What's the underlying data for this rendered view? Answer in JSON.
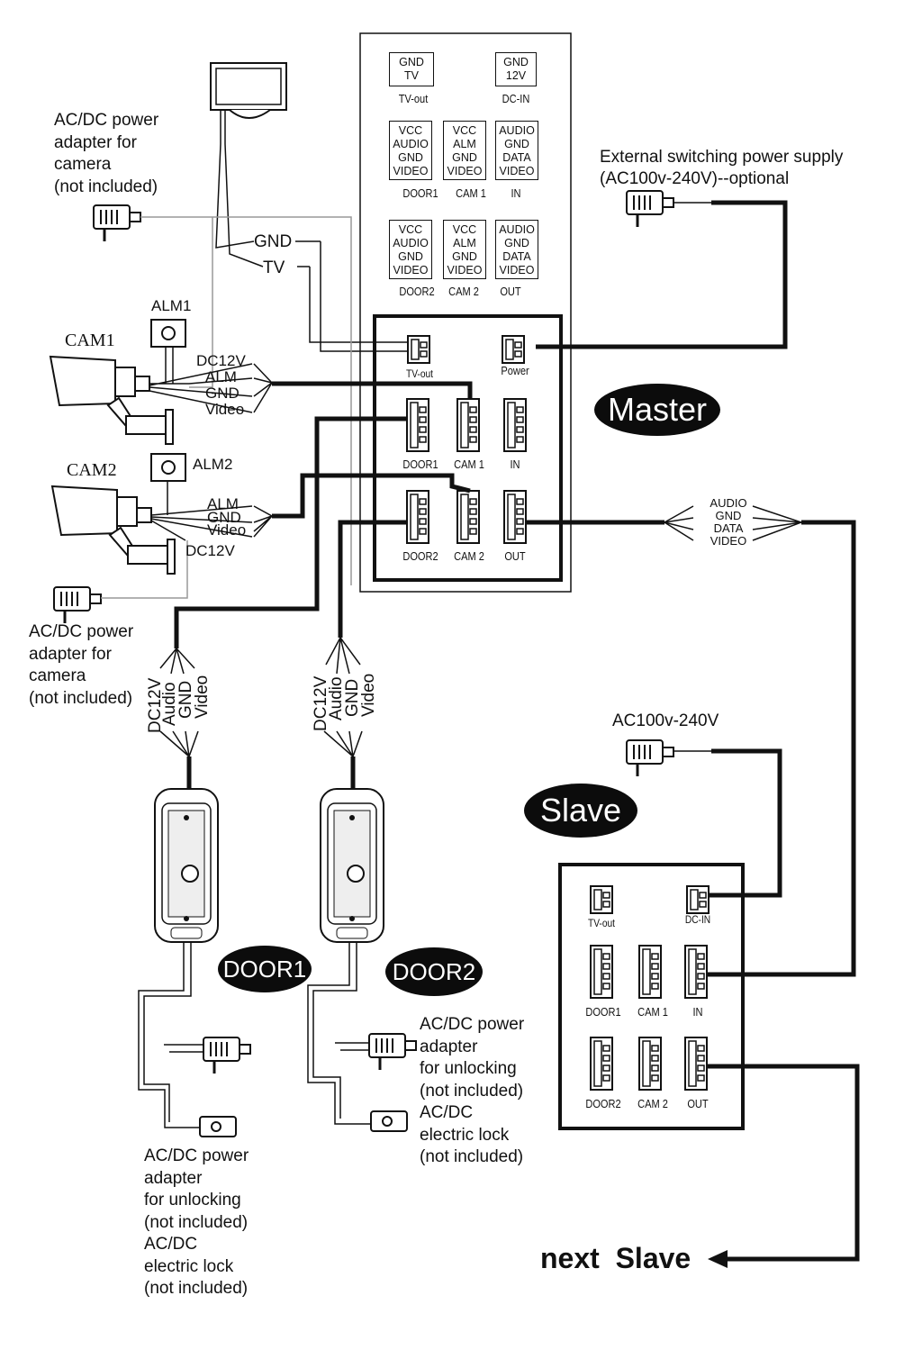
{
  "master_board": {
    "title": "Master",
    "top_panel": [
      {
        "pins": [
          "GND",
          "TV"
        ],
        "label": "TV-out"
      },
      {
        "pins": [
          "GND",
          "12V"
        ],
        "label": "DC-IN"
      },
      {
        "pins": [
          "VCC",
          "AUDIO",
          "GND",
          "VIDEO"
        ],
        "label": "DOOR1"
      },
      {
        "pins": [
          "VCC",
          "ALM",
          "GND",
          "VIDEO"
        ],
        "label": "CAM 1"
      },
      {
        "pins": [
          "AUDIO",
          "GND",
          "DATA",
          "VIDEO"
        ],
        "label": "IN"
      },
      {
        "pins": [
          "VCC",
          "AUDIO",
          "GND",
          "VIDEO"
        ],
        "label": "DOOR2"
      },
      {
        "pins": [
          "VCC",
          "ALM",
          "GND",
          "VIDEO"
        ],
        "label": "CAM 2"
      },
      {
        "pins": [
          "AUDIO",
          "GND",
          "DATA",
          "VIDEO"
        ],
        "label": "OUT"
      }
    ],
    "connectors": [
      "TV-out",
      "Power",
      "DOOR1",
      "CAM 1",
      "IN",
      "DOOR2",
      "CAM 2",
      "OUT"
    ]
  },
  "slave_board": {
    "title": "Slave",
    "connectors": [
      "TV-out",
      "DC-IN",
      "DOOR1",
      "CAM 1",
      "IN",
      "DOOR2",
      "CAM 2",
      "OUT"
    ],
    "power_label": "AC100v-240V"
  },
  "external_power": {
    "line1": "External switching power supply",
    "line2": "(AC100v-240V)--optional"
  },
  "tv_wires": [
    "GND",
    "TV"
  ],
  "cam1": {
    "name": "CAM1",
    "alarm": "ALM1",
    "wires": [
      "DC12V",
      "ALM",
      "GND",
      "Video"
    ]
  },
  "cam2": {
    "name": "CAM2",
    "alarm": "ALM2",
    "wires": [
      "ALM",
      "GND",
      "Video",
      "DC12V"
    ]
  },
  "camera_adapter_1": [
    "AC/DC power",
    "adapter for",
    "camera",
    "(not included)"
  ],
  "camera_adapter_2": [
    "AC/DC power",
    "adapter for",
    "camera",
    "(not included)"
  ],
  "bus_wires": [
    "AUDIO",
    "GND",
    "DATA",
    "VIDEO"
  ],
  "door1": {
    "title": "DOOR1",
    "wires": [
      "DC12V",
      "Audio",
      "GND",
      "Video"
    ],
    "note": [
      "AC/DC power",
      "adapter",
      "for unlocking",
      "(not included)",
      "AC/DC",
      "electric lock",
      "(not included)"
    ]
  },
  "door2": {
    "title": "DOOR2",
    "wires": [
      "DC12V",
      "Audio",
      "GND",
      "Video"
    ],
    "note": [
      "AC/DC power",
      "adapter",
      "for unlocking",
      "(not included)",
      "AC/DC",
      "electric lock",
      "(not included)"
    ]
  },
  "next_slave": "next  Slave"
}
